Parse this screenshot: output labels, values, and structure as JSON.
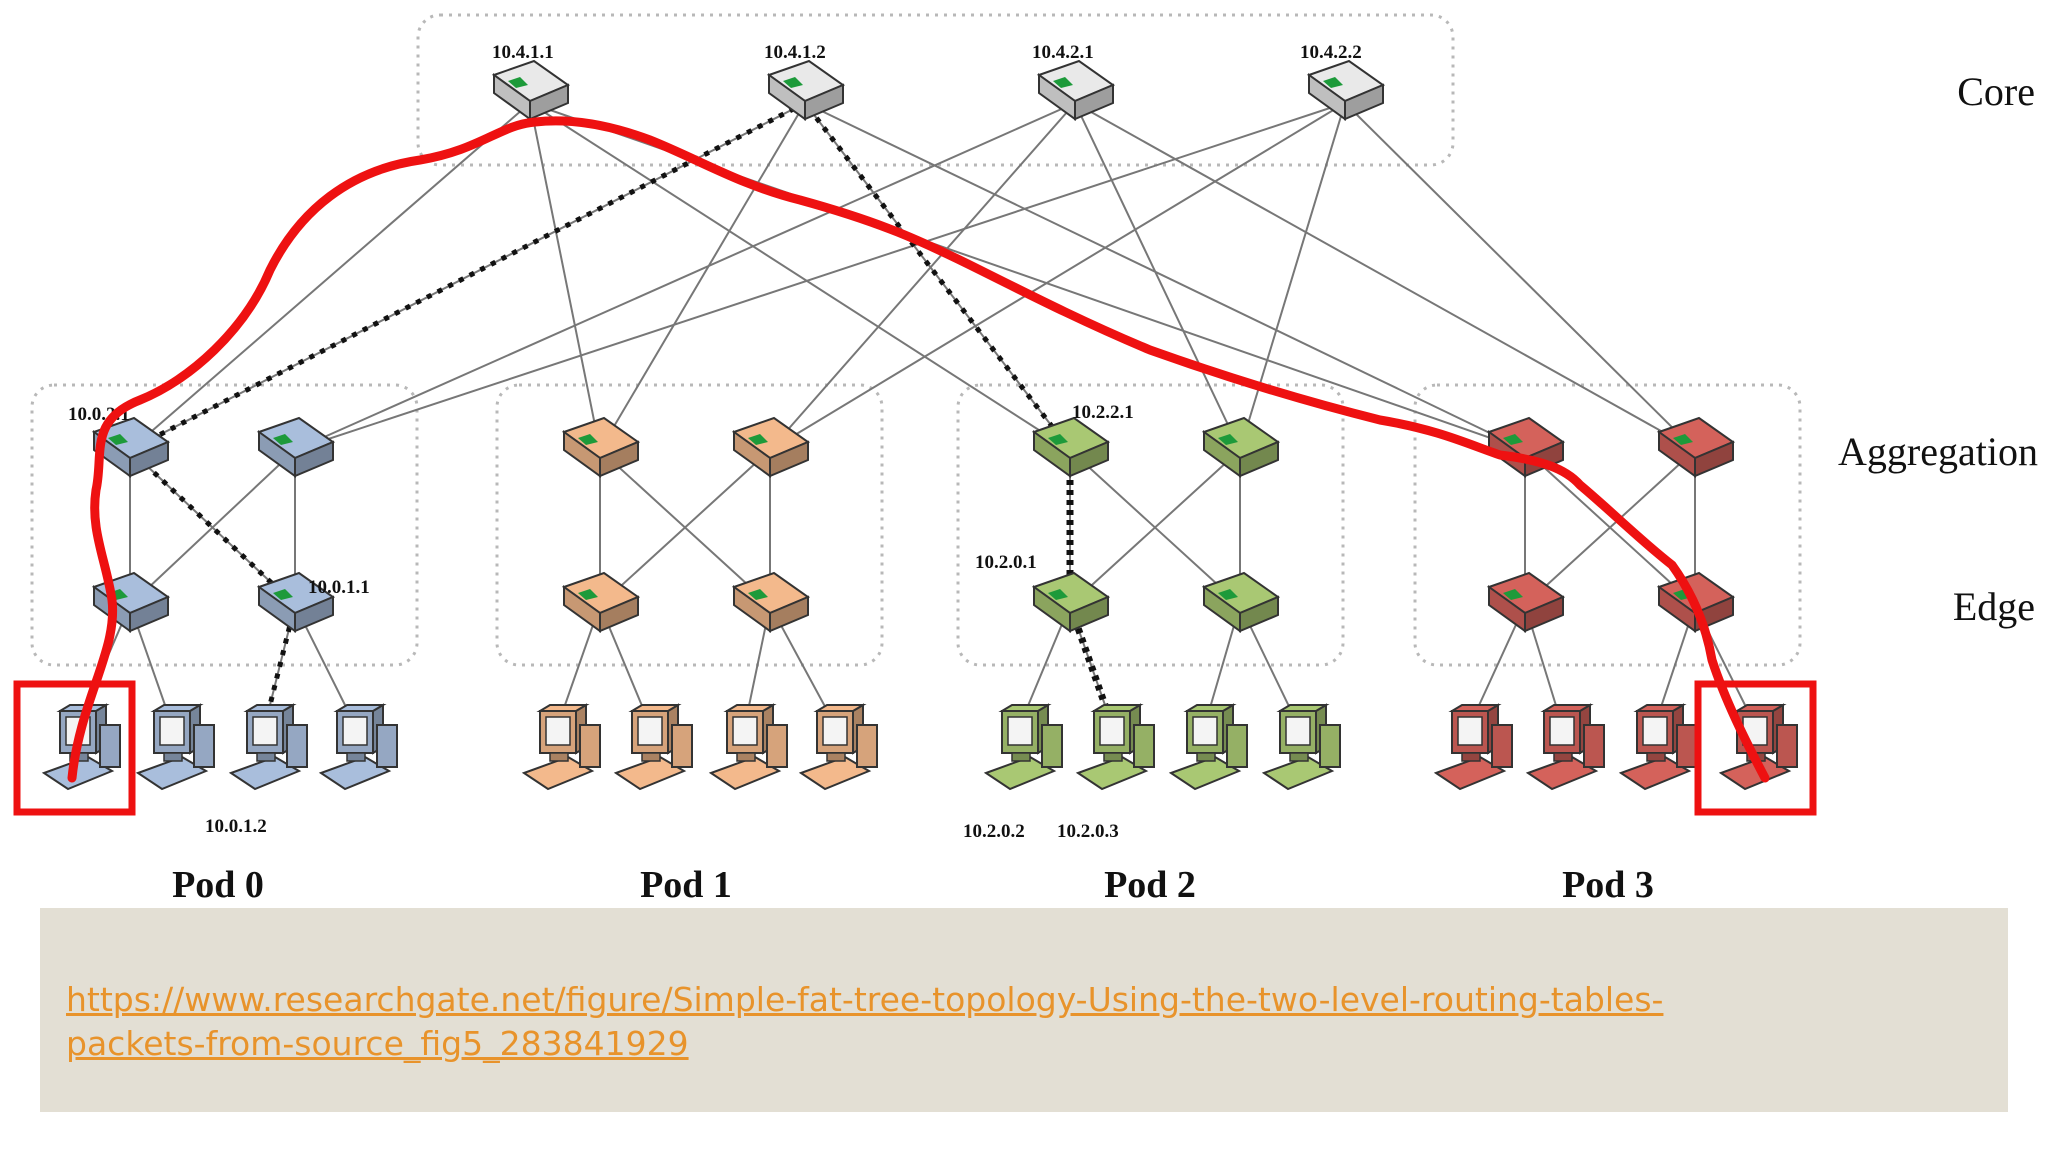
{
  "layers": {
    "core": "Core",
    "aggregation": "Aggregation",
    "edge": "Edge"
  },
  "pods": [
    "Pod 0",
    "Pod 1",
    "Pod 2",
    "Pod 3"
  ],
  "addresses": {
    "core": [
      "10.4.1.1",
      "10.4.1.2",
      "10.4.2.1",
      "10.4.2.2"
    ],
    "pod0_agg": "10.0.2.1",
    "pod0_edge": "10.0.1.1",
    "pod0_host": "10.0.1.2",
    "pod2_agg": "10.2.2.1",
    "pod2_edge": "10.2.0.1",
    "pod2_hosts": [
      "10.2.0.2",
      "10.2.0.3"
    ]
  },
  "colors": {
    "pod0": "#a9bedc",
    "pod1": "#f3b98c",
    "pod2": "#a9c873",
    "pod3": "#d4625b",
    "core": "#e9e9e9",
    "highlight": "#ee1111"
  },
  "source": {
    "line1": "https://www.researchgate.net/figure/Simple-fat-tree-topology-Using-the-two-level-routing-tables-",
    "line2": "packets-from-source_fig5_283841929"
  }
}
